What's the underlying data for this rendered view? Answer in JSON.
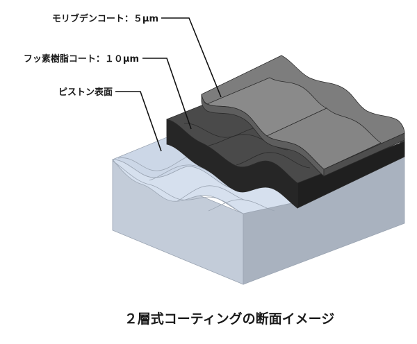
{
  "labels": {
    "molybdenum": "モリブデンコート：５μm",
    "fluororesin": "フッ素樹脂コート：１０μm",
    "piston": "ピストン表面"
  },
  "caption": "２層式コーティングの断面イメージ",
  "colors": {
    "base_top": "#d6e0ee",
    "base_front": "#c3ccd9",
    "base_right": "#a9b2bf",
    "resin_top": "#4a4a4a",
    "resin_side": "#262626",
    "moly_top": "#7d7d7d",
    "moly_side": "#616161"
  }
}
